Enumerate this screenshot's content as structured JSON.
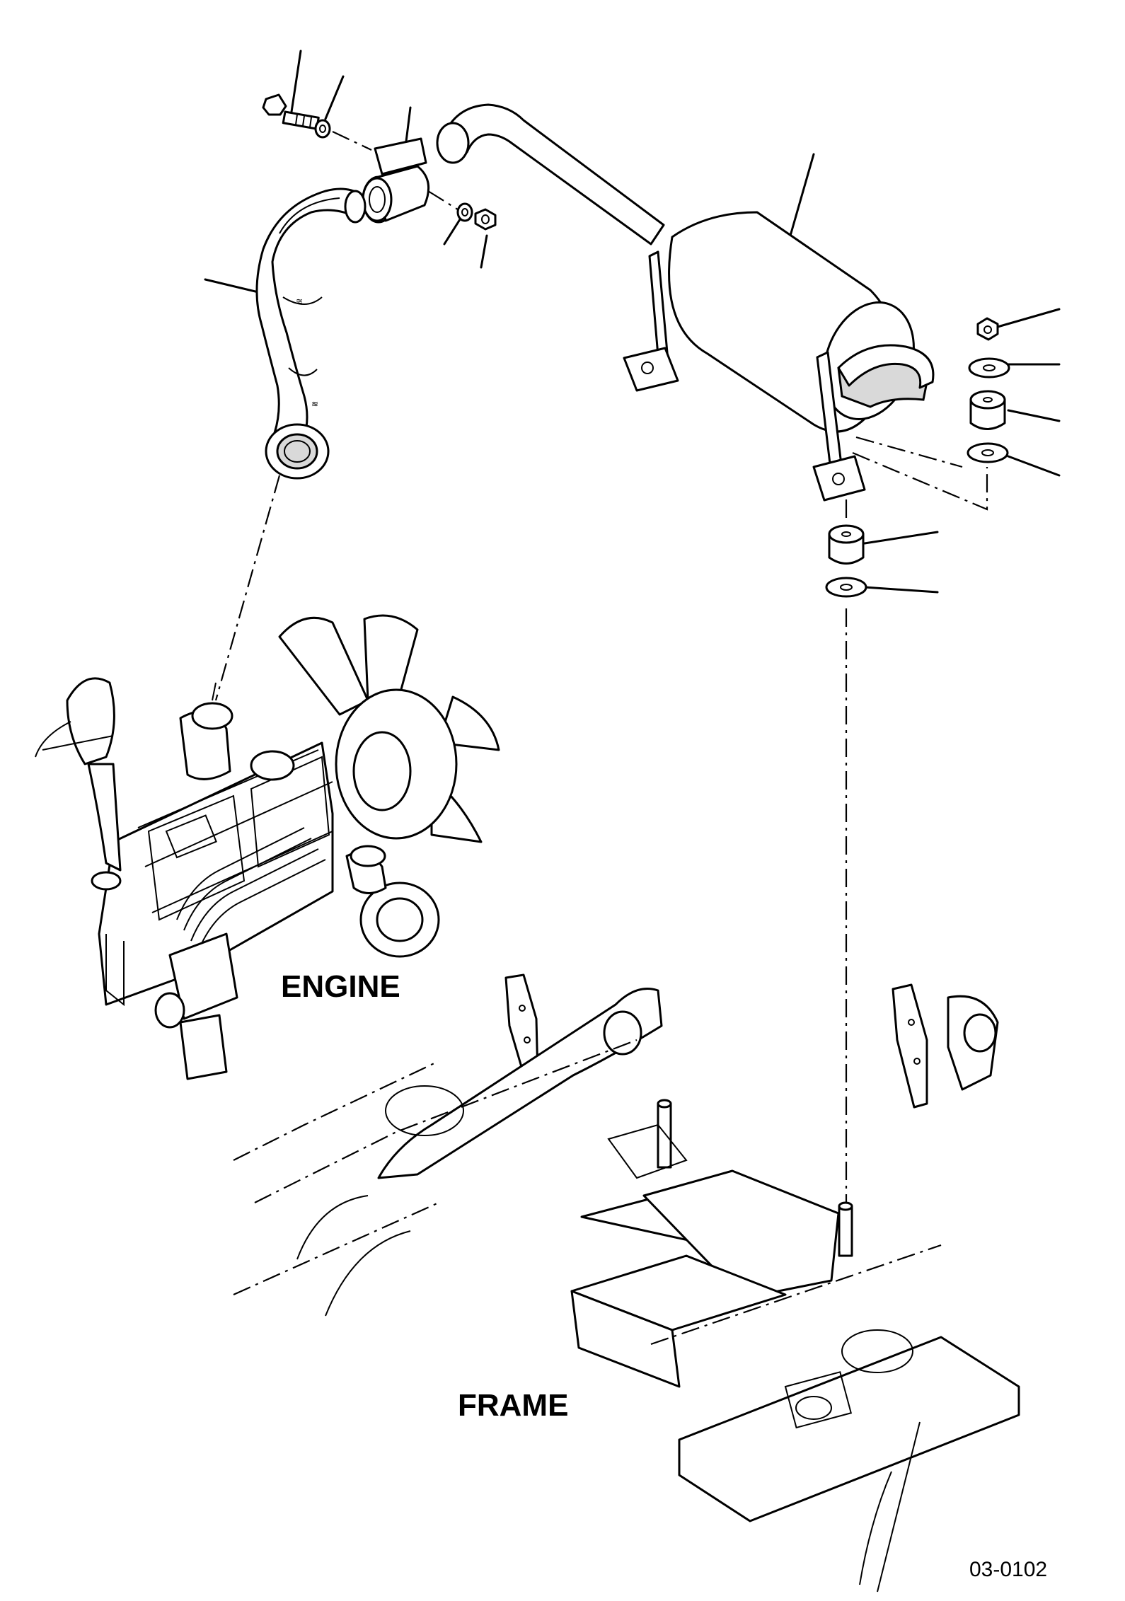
{
  "labels": {
    "engine": "ENGINE",
    "frame": "FRAME",
    "drawing_id": "03-0102"
  }
}
